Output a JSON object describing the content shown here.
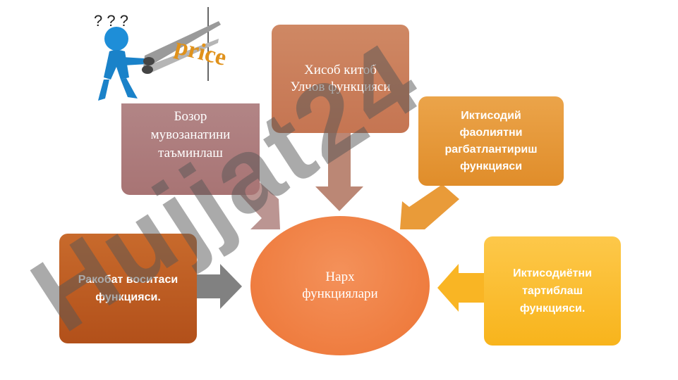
{
  "diagram": {
    "center": {
      "label": "Нарх\nфункциялари"
    },
    "nodes": [
      {
        "id": "market",
        "label": "Бозор\nмувозанатини\nтаъминлаш"
      },
      {
        "id": "accounting",
        "label": "Хисоб китоб\nУлчов функцияси"
      },
      {
        "id": "stimulate",
        "label": "Иктисодий\nфаолиятни\nрагбатлантириш\nфункцияси"
      },
      {
        "id": "competition",
        "label": "Ракобат воситаси\nфункцияси."
      },
      {
        "id": "regulate",
        "label": "Иктисодиётни\nтартиблаш\nфункцияси."
      }
    ]
  },
  "clipart": {
    "word": "price",
    "question_marks": "? ? ?"
  },
  "watermark": {
    "text": "Hujjat24"
  },
  "colors": {
    "market": "#a87474",
    "accounting": "#c57552",
    "stimulate": "#e08d2a",
    "competition": "#b2501a",
    "regulate": "#f8b41c",
    "center": "#ee7a3c",
    "figure": "#1e8ed8",
    "watermark_dark": "#555555",
    "watermark_light": "#b7a6f6"
  }
}
